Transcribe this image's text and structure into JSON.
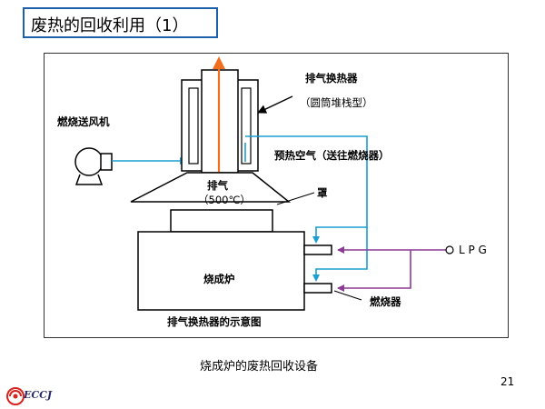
{
  "slide": {
    "title": "废热的回收利用（1）",
    "caption": "烧成炉的废热回收设备",
    "page_number": "21",
    "logo_text": "ECCJ"
  },
  "diagram": {
    "labels": {
      "exhaust_hx": "排气换热器",
      "hx_type": "（圆筒堆栈型）",
      "burner_fan": "燃烧送风机",
      "preheated_air": "预热空气（送往燃烧器）",
      "exhaust": "排气",
      "exhaust_temp": "（500℃）",
      "hood": "罩",
      "kiln": "烧成炉",
      "lpg": "L P G",
      "burner": "燃烧器",
      "schematic": "排气换热器的示意图"
    },
    "colors": {
      "air_line": "#1a9fd0",
      "lpg_line": "#8b3a96",
      "exhaust_arrow": "#f07020",
      "outline": "#000000"
    }
  }
}
